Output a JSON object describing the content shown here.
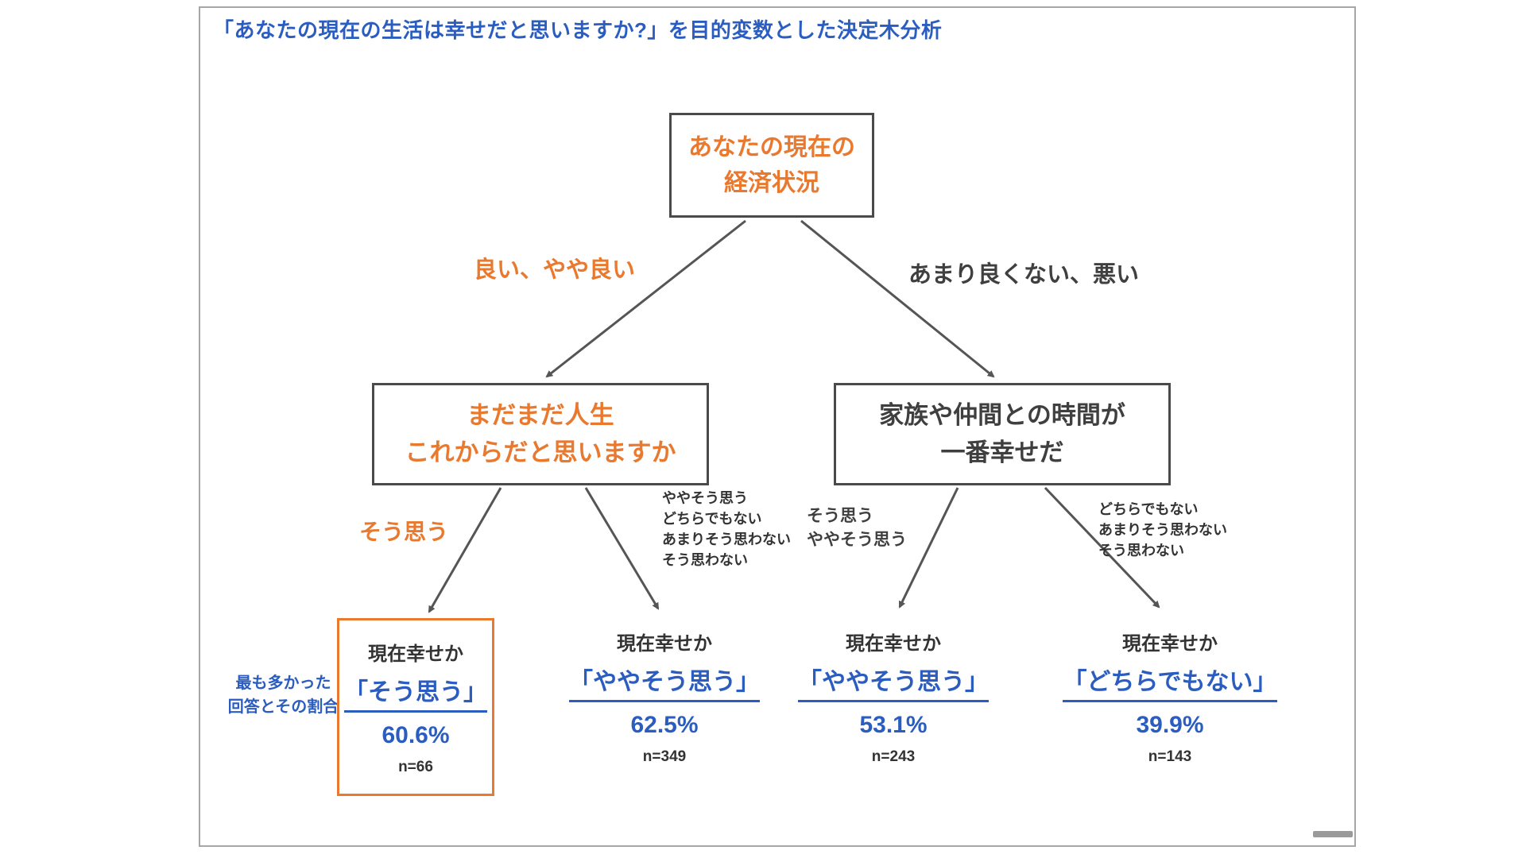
{
  "title": "「あなたの現在の生活は幸せだと思いますか?」を目的変数とした決定木分析",
  "colors": {
    "title_blue": "#2b5dc0",
    "accent_orange": "#e8792e",
    "node_border_gray": "#4a4a4a",
    "text_dark": "#3f3f3f",
    "result_blue": "#2b5dc0"
  },
  "tree": {
    "root": {
      "line1": "あなたの現在の",
      "line2": "経済状況"
    },
    "branch_root_left": "良い、やや良い",
    "branch_root_right": "あまり良くない、悪い",
    "node_left": {
      "line1": "まだまだ人生",
      "line2": "これからだと思いますか"
    },
    "node_right": {
      "line1": "家族や仲間との時間が",
      "line2": "一番幸せだ"
    },
    "branch_left_left": "そう思う",
    "branch_left_right": [
      "ややそう思う",
      "どちらでもない",
      "あまりそう思わない",
      "そう思わない"
    ],
    "branch_right_left": [
      "そう思う",
      "ややそう思う"
    ],
    "branch_right_right": [
      "どちらでもない",
      "あまりそう思わない",
      "そう思わない"
    ],
    "leaves": [
      {
        "question": "現在幸せか",
        "answer": "「そう思う」",
        "percent": "60.6%",
        "n": "n=66",
        "highlighted": true
      },
      {
        "question": "現在幸せか",
        "answer": "「ややそう思う」",
        "percent": "62.5%",
        "n": "n=349",
        "highlighted": false
      },
      {
        "question": "現在幸せか",
        "answer": "「ややそう思う」",
        "percent": "53.1%",
        "n": "n=243",
        "highlighted": false
      },
      {
        "question": "現在幸せか",
        "answer": "「どちらでもない」",
        "percent": "39.9%",
        "n": "n=143",
        "highlighted": false
      }
    ],
    "annotation": {
      "line1": "最も多かった",
      "line2": "回答とその割合"
    }
  }
}
